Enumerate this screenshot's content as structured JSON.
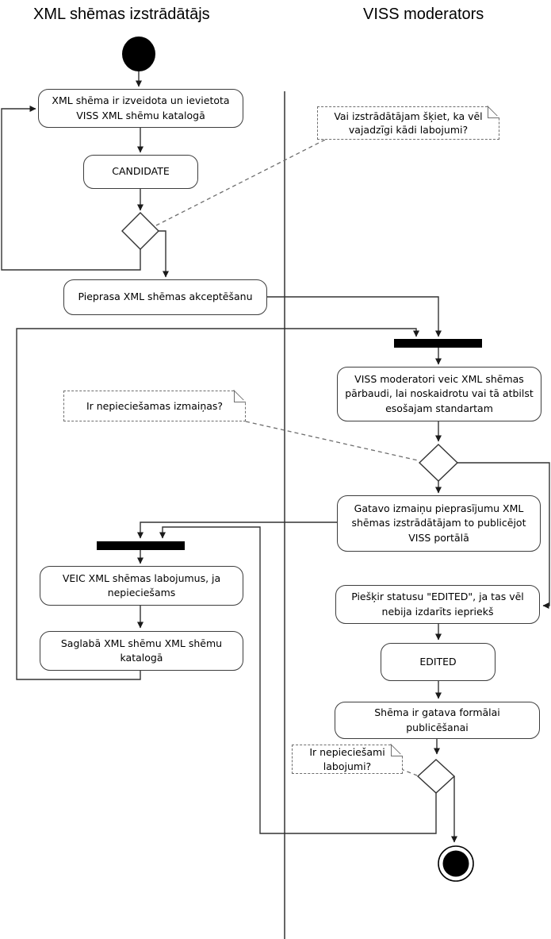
{
  "diagram": {
    "lanes": [
      {
        "title": "XML shēmas izstrādātājs"
      },
      {
        "title": "VISS moderators"
      }
    ],
    "nodes": {
      "created": "XML shēma ir izveidota un ievietota VISS XML shēmu katalogā",
      "candidate": "CANDIDATE",
      "request": "Pieprasa XML shēmas akceptēšanu",
      "review": "VISS moderatori veic XML shēmas pārbaudi, lai noskaidrotu vai tā atbilst esošajam standartam",
      "prepare": "Gatavo izmaiņu pieprasījumu XML shēmas izstrādātājam to publicējot VISS portālā",
      "fix": "VEIC XML shēmas labojumus, ja nepieciešams",
      "save": "Saglabā XML shēmu XML shēmu katalogā",
      "assign": "Piešķir statusu \"EDITED\", ja tas vēl nebija izdarīts iepriekš",
      "edited": "EDITED",
      "ready": "Shēma ir gatava formālai publicēšanai"
    },
    "notes": {
      "note1": "Vai izstrādātājam šķiet, ka vēl vajadzīgi kādi labojumi?",
      "note2": "Ir nepieciešamas izmaiņas?",
      "note3": "Ir nepieciešami labojumi?"
    },
    "colors": {
      "line": "#333333",
      "box_border": "#3d3d3d",
      "note_border": "#6e6e6e",
      "bar": "#000000",
      "background": "#ffffff",
      "text": "#000000"
    }
  }
}
